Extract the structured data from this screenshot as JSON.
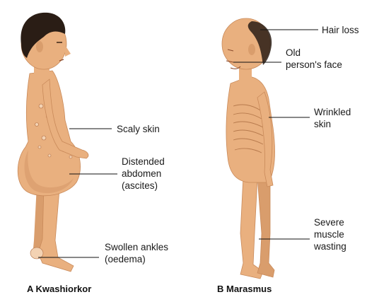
{
  "labels": {
    "scaly_skin": "Scaly skin",
    "distended_1": "Distended",
    "distended_2": "abdomen",
    "distended_3": "(ascites)",
    "swollen_1": "Swollen ankles",
    "swollen_2": "(oedema)",
    "hair_loss": "Hair loss",
    "old_face_1": "Old",
    "old_face_2": "person's face",
    "wrinkled_1": "Wrinkled",
    "wrinkled_2": "skin",
    "wasting_1": "Severe",
    "wasting_2": "muscle",
    "wasting_3": "wasting"
  },
  "captions": {
    "a": "A Kwashiorkor",
    "b": "B Marasmus"
  },
  "colors": {
    "skin": "#e9b07f",
    "skin_shade": "#c98a5a",
    "hair": "#2a1d15",
    "line": "#111111"
  }
}
